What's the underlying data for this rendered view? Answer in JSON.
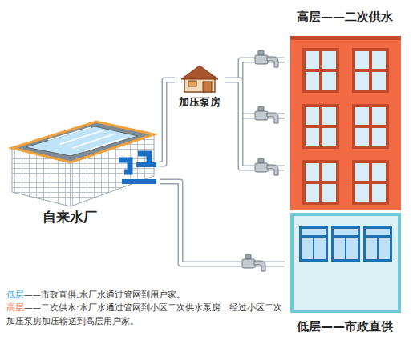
{
  "diagram": {
    "nodes": [
      {
        "text": [
          "自来水厂"
        ]
      },
      {
        "text": [
          "加压泵房"
        ]
      },
      {
        "text": [
          "高层——二次供水"
        ]
      },
      {
        "text": [
          "低层——市政直供"
        ]
      }
    ],
    "edges": [
      {
        "from": 0,
        "to": 1,
        "arrow": "none"
      },
      {
        "from": 1,
        "to": 2,
        "arrow": "none"
      },
      {
        "from": 0,
        "to": 3,
        "arrow": "none"
      }
    ],
    "labels": [
      "低层",
      "——市政直供:水厂水通过管网到用户家。",
      "高层",
      "——二次供水:水厂水通过管网到小区二次供水泵房，经过小区二次加压泵房加压输送到高层用户家。"
    ]
  }
}
